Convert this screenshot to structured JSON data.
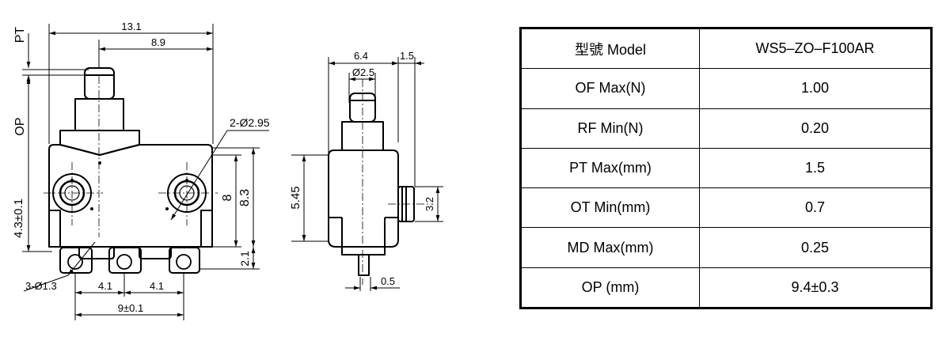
{
  "front_view": {
    "dim_overall_width": "13.1",
    "dim_to_plunger": "8.9",
    "dim_pt": "PT",
    "dim_op": "OP",
    "dim_mount_height": "4.3±0.1",
    "dim_mount_holes": "2-Ø2.95",
    "dim_body_8": "8",
    "dim_body_8_3": "8.3",
    "dim_terminal_2_1": "2.1",
    "dim_terminal_holes": "3-Ø1.3",
    "dim_pitch_left": "4.1",
    "dim_pitch_right": "4.1",
    "dim_span": "9±0.1"
  },
  "side_view": {
    "dim_width": "6.4",
    "dim_lever": "1.5",
    "dim_plunger_dia": "Ø2.5",
    "dim_height": "5.45",
    "dim_lever_height": "3.2",
    "dim_pin": "0.5"
  },
  "spec_table": {
    "rows": [
      {
        "param": "型號 Model",
        "value": "WS5–ZO–F100AR"
      },
      {
        "param": "OF Max(N)",
        "value": "1.00"
      },
      {
        "param": "RF Min(N)",
        "value": "0.20"
      },
      {
        "param": "PT Max(mm)",
        "value": "1.5"
      },
      {
        "param": "OT Min(mm)",
        "value": "0.7"
      },
      {
        "param": "MD Max(mm)",
        "value": "0.25"
      },
      {
        "param": "OP (mm)",
        "value": "9.4±0.3"
      }
    ]
  }
}
